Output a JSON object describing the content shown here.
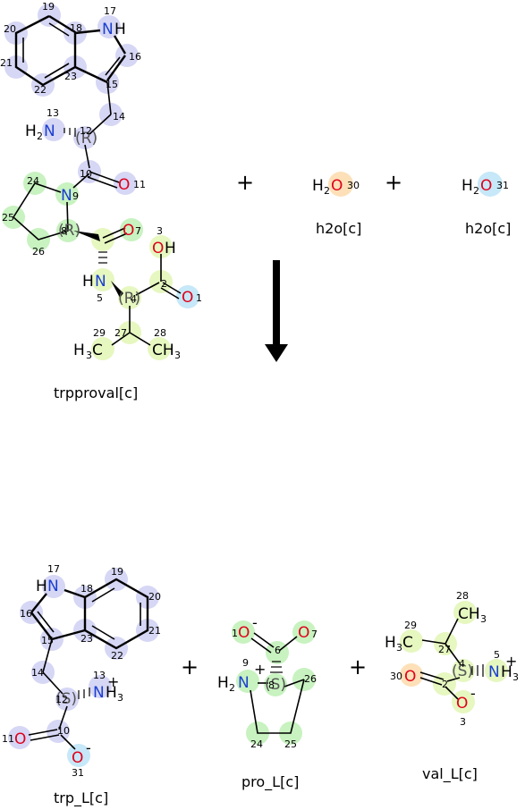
{
  "reaction": {
    "reactants": [
      {
        "name": "trpproval[c]"
      },
      {
        "name": "h2o[c]",
        "formula_h": "H",
        "formula_sub": "2",
        "formula_o": "O",
        "atom_index": "30"
      },
      {
        "name": "h2o[c]",
        "formula_h": "H",
        "formula_sub": "2",
        "formula_o": "O",
        "atom_index": "31"
      }
    ],
    "products": [
      {
        "name": "trp_L[c]"
      },
      {
        "name": "pro_L[c]"
      },
      {
        "name": "val_L[c]"
      }
    ],
    "plus": "+",
    "colors": {
      "trp_highlight": "#d6d6f5",
      "pro_highlight": "#c8f2c0",
      "val_highlight": "#e6f7c0",
      "water30_highlight": "#fde0b8",
      "water31_highlight": "#c6e8f8",
      "nitrogen": "#1a3fd0",
      "oxygen": "#e0001a"
    }
  }
}
